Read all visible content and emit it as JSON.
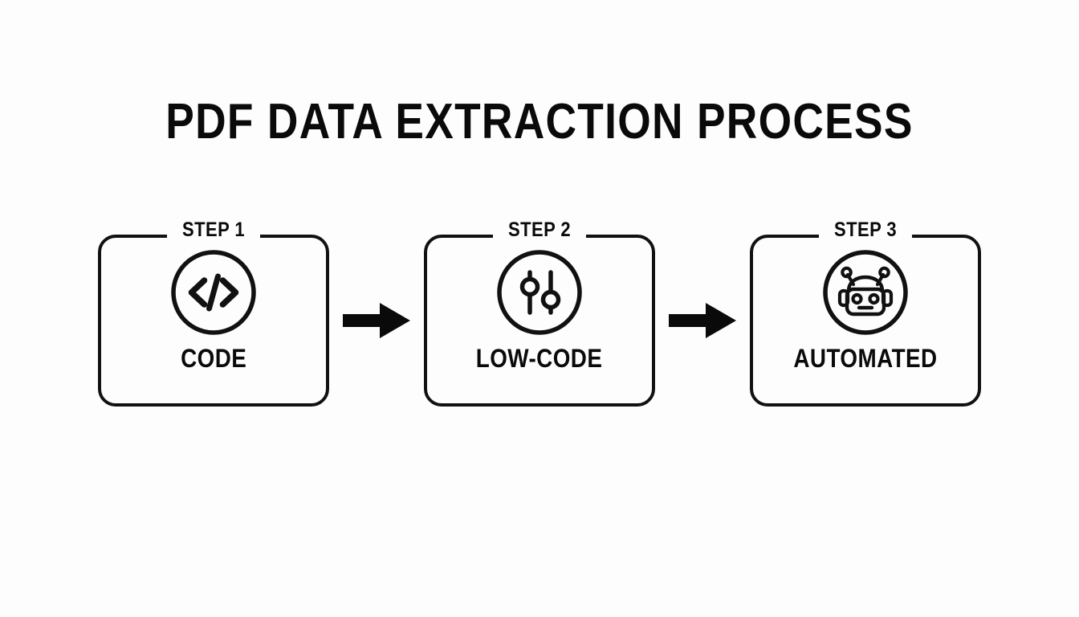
{
  "page": {
    "title": "PDF DATA EXTRACTION PROCESS",
    "background_color": "#fdfdfd",
    "ink_color": "#111111"
  },
  "flow": {
    "steps": [
      {
        "step_label": "STEP 1",
        "caption": "CODE",
        "icon": "code-brackets-icon"
      },
      {
        "step_label": "STEP 2",
        "caption": "LOW-CODE",
        "icon": "sliders-icon"
      },
      {
        "step_label": "STEP 3",
        "caption": "AUTOMATED",
        "icon": "robot-head-icon"
      }
    ],
    "connectors": [
      {
        "icon": "arrow-right-icon"
      },
      {
        "icon": "arrow-right-icon"
      }
    ]
  }
}
